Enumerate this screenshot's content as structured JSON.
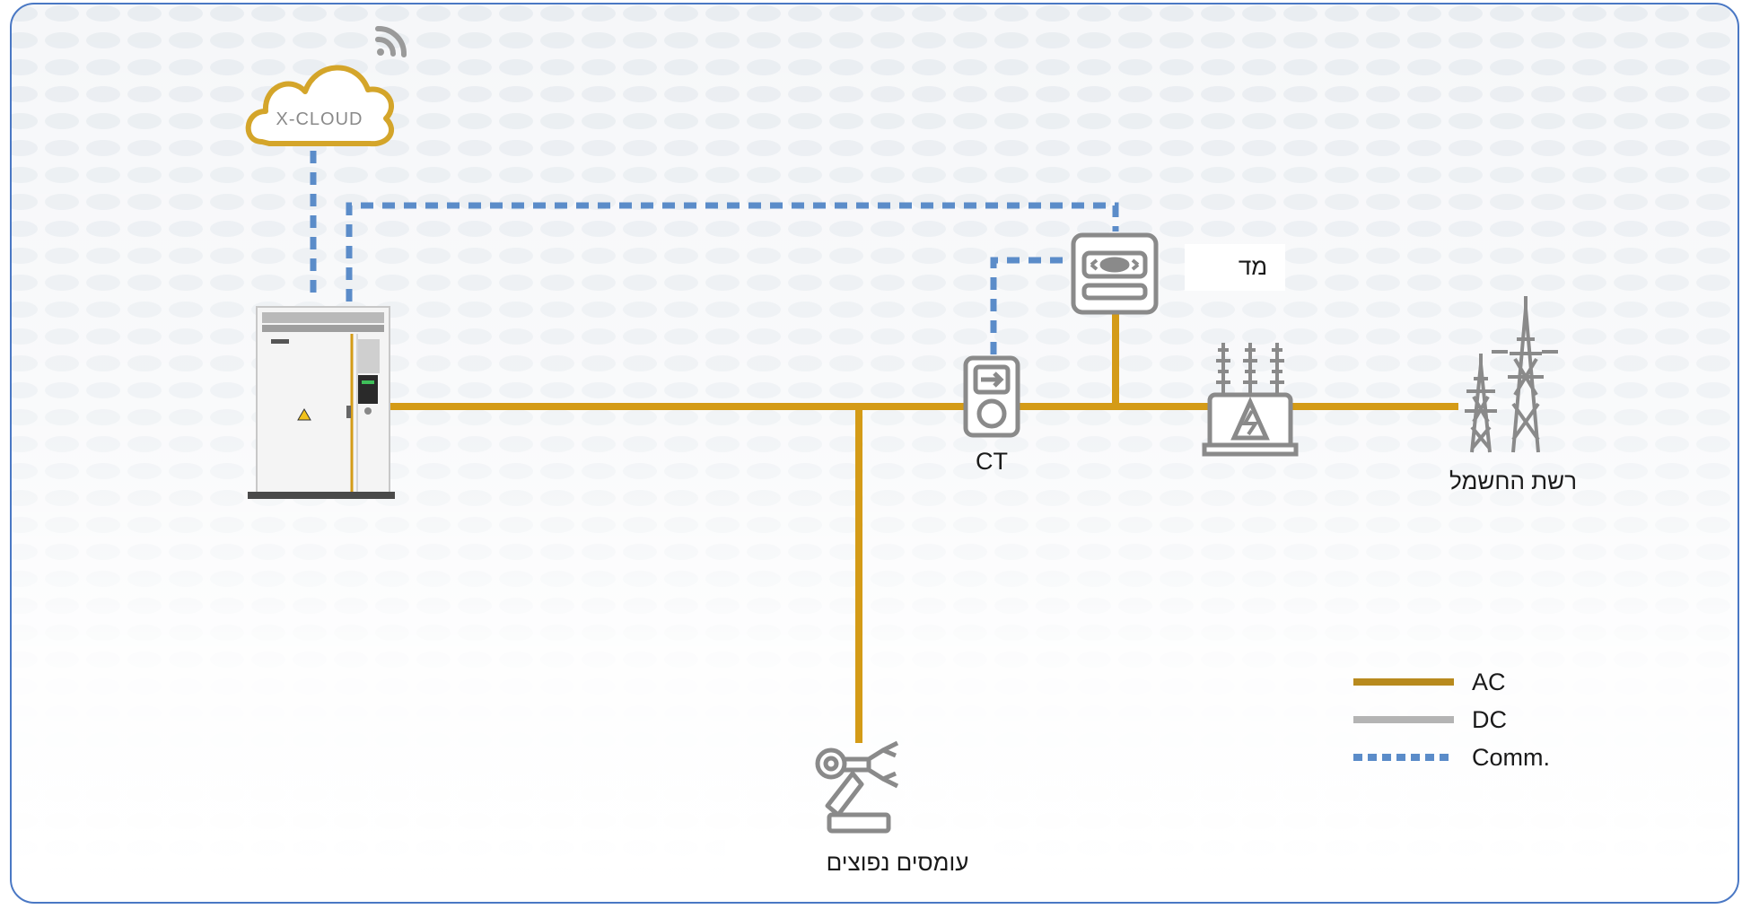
{
  "cloud": {
    "label": "X-CLOUD"
  },
  "nodes": {
    "meter_label": "מד",
    "ct_label": "CT",
    "grid_label": "רשת החשמל",
    "loads_label": "עומסים נפוצים"
  },
  "legend": {
    "items": [
      {
        "label": "AC",
        "color": "#b88a1e",
        "style": "solid"
      },
      {
        "label": "DC",
        "color": "#b4b4b4",
        "style": "solid"
      },
      {
        "label": "Comm.",
        "color": "#5b8cc9",
        "style": "dashed"
      }
    ]
  },
  "colors": {
    "ac_line": "#d49b17",
    "comm_line": "#5b8cc9",
    "cloud": "#d4a52a",
    "icon_gray": "#8a8a8a",
    "frame_border": "#4a78c4"
  }
}
